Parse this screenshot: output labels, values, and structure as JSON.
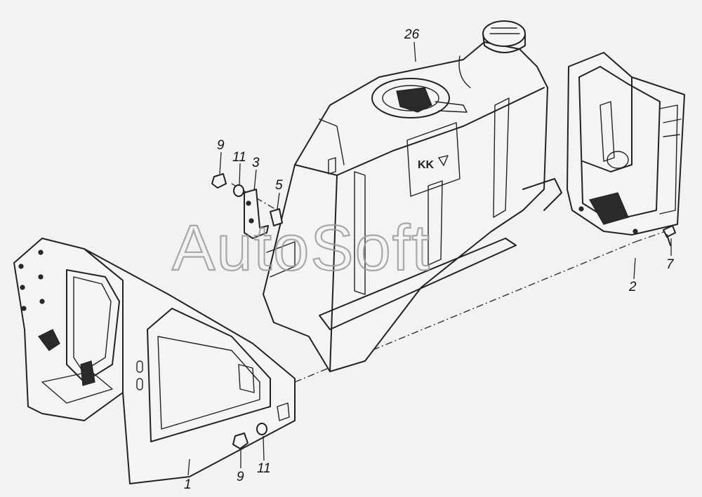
{
  "watermark": "AutoSoft",
  "callouts": {
    "c26": "26",
    "c9_top": "9",
    "c11_top": "11",
    "c3": "3",
    "c5": "5",
    "c2": "2",
    "c7": "7",
    "c1": "1",
    "c9_bottom": "9",
    "c11_bottom": "11"
  },
  "tank_logo": "KK"
}
